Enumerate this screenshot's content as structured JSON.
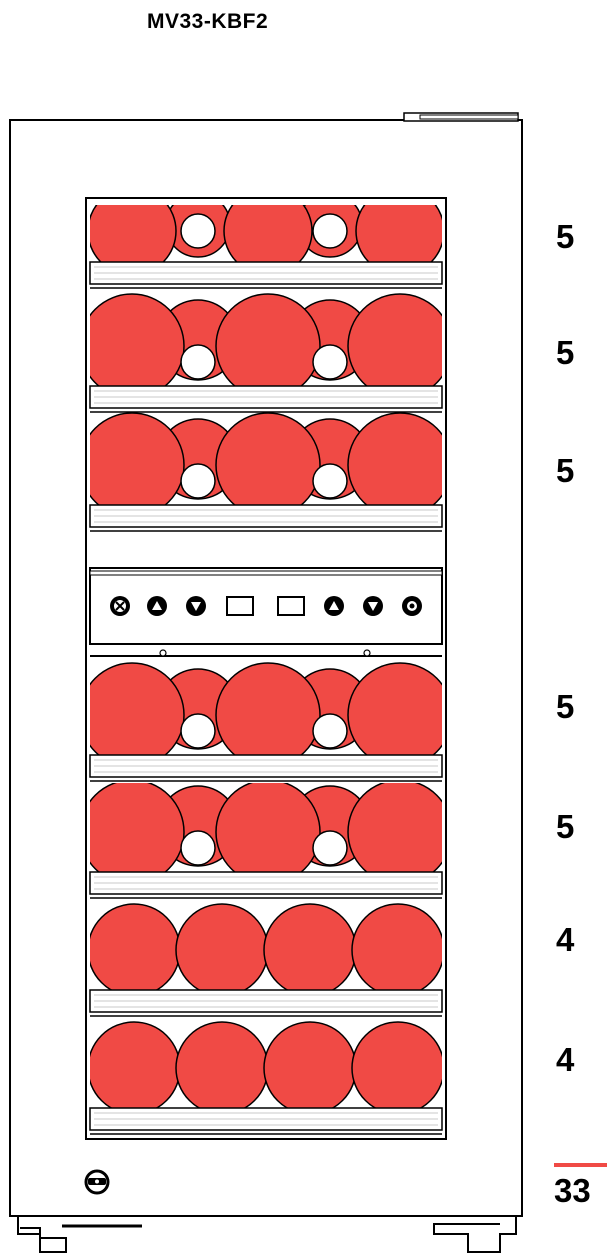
{
  "title": "MV33-KBF2",
  "accent_color": "#f04a45",
  "shelves": [
    {
      "zone": "upper",
      "bottles": 5
    },
    {
      "zone": "upper",
      "bottles": 5
    },
    {
      "zone": "upper",
      "bottles": 5
    },
    {
      "zone": "lower",
      "bottles": 5
    },
    {
      "zone": "lower",
      "bottles": 5
    },
    {
      "zone": "lower",
      "bottles": 4
    },
    {
      "zone": "lower",
      "bottles": 4
    }
  ],
  "shelf_counts": [
    "5",
    "5",
    "5",
    "5",
    "5",
    "4",
    "4"
  ],
  "total": "33",
  "control_panel": {
    "icons": [
      "fan-icon",
      "up-arrow-icon",
      "down-arrow-icon",
      "display-left",
      "display-right",
      "up-arrow-icon",
      "down-arrow-icon",
      "light-icon"
    ]
  },
  "lock_icon": "lock-icon"
}
